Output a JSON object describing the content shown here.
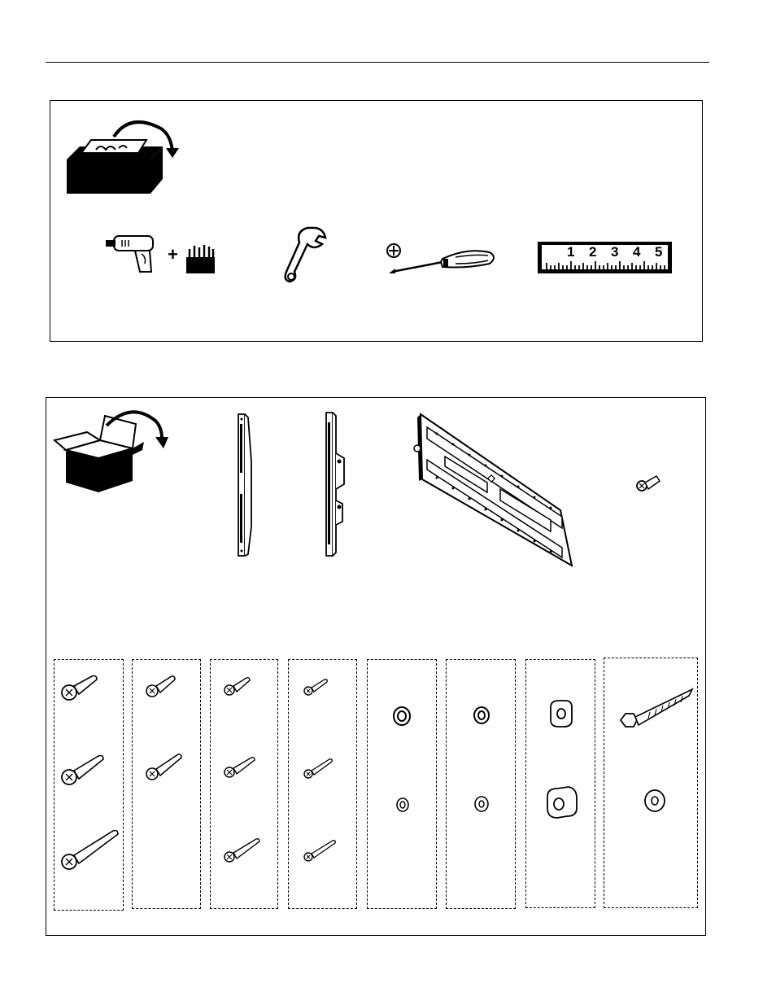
{
  "tools": {
    "ruler_numbers": [
      "1",
      "2",
      "3",
      "4",
      "5"
    ],
    "drill_plus": "+"
  },
  "parts": {
    "bag_count": 8
  }
}
